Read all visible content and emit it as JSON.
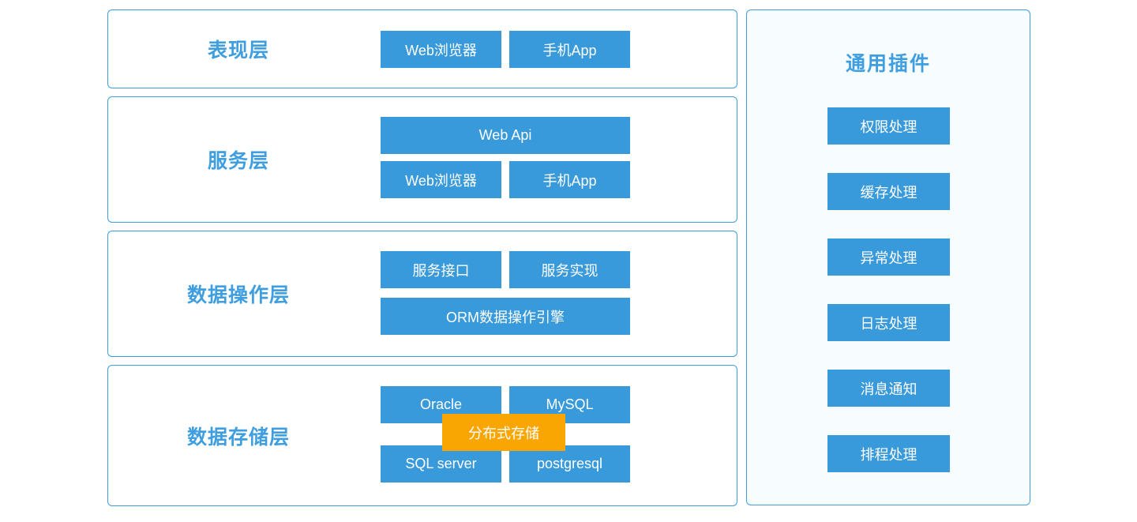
{
  "colors": {
    "blue": "#3899DB",
    "border_blue": "#3E9EDF",
    "label_blue": "#3E9EDF",
    "panel_bg": "#F7FCFF",
    "orange": "#F9A602",
    "box_text": "#FFFFFF"
  },
  "layers": [
    {
      "label": "表现层",
      "boxes": [
        "Web浏览器",
        "手机App"
      ]
    },
    {
      "label": "服务层",
      "boxes": [
        "Web Api",
        "Web浏览器",
        "手机App"
      ]
    },
    {
      "label": "数据操作层",
      "boxes": [
        "服务接口",
        "服务实现",
        "ORM数据操作引擎"
      ]
    },
    {
      "label": "数据存储层",
      "boxes": [
        "Oracle",
        "MySQL",
        "SQL server",
        "postgresql"
      ],
      "overlay": "分布式存储"
    }
  ],
  "plugins": {
    "title": "通用插件",
    "items": [
      "权限处理",
      "缓存处理",
      "异常处理",
      "日志处理",
      "消息通知",
      "排程处理"
    ]
  }
}
